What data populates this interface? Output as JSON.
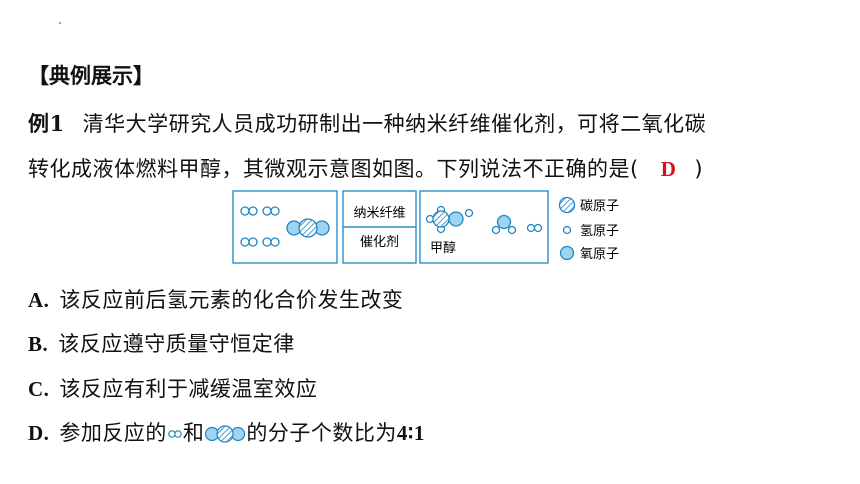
{
  "section": {
    "heading": "【典例展示】"
  },
  "question": {
    "number": "例1",
    "line1": "清华大学研究人员成功研制出一种纳米纤维催化剂，可将二氧化碳",
    "line2_prefix": "转化成液体燃料甲醇，其微观示意图如图。下列说法不正确的是(",
    "answer": "D",
    "line2_suffix": ")"
  },
  "diagram": {
    "catalyst_line1": "纳米纤维",
    "catalyst_line2": "催化剂",
    "product_label": "甲醇",
    "legend": [
      {
        "label": "碳原子",
        "symbol": "hatched-circle-icon"
      },
      {
        "label": "氢原子",
        "symbol": "small-circle-icon"
      },
      {
        "label": "氧原子",
        "symbol": "blue-circle-icon"
      }
    ],
    "colors": {
      "frame": "#2b8fc7",
      "oxygen": "#9fd3ee",
      "atom_stroke": "#1f86c6"
    }
  },
  "options": [
    {
      "letter": "A.",
      "text": "该反应前后氢元素的化合价发生改变"
    },
    {
      "letter": "B.",
      "text": "该反应遵守质量守恒定律"
    },
    {
      "letter": "C.",
      "text": "该反应有利于减缓温室效应"
    },
    {
      "letter": "D.",
      "text_prefix": "参加反应的",
      "text_mid": "和",
      "text_suffix": "的分子个数比为",
      "ratio": "4∶1"
    }
  ]
}
